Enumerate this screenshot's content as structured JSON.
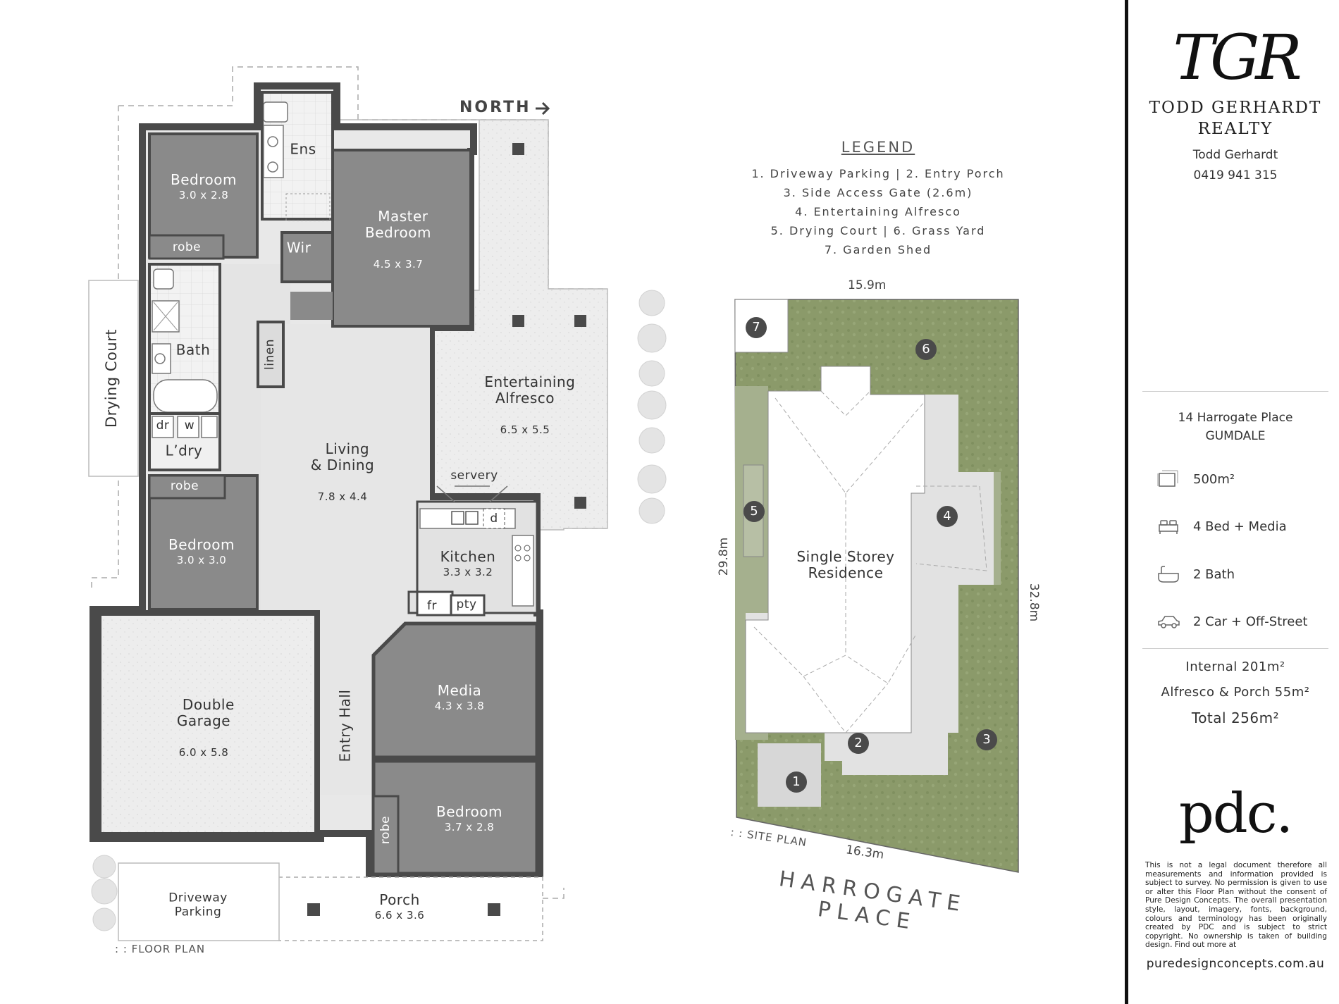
{
  "brand": {
    "logo_monogram": "TGR",
    "name_line1": "TODD GERHARDT",
    "name_line2": "REALTY",
    "agent_name": "Todd Gerhardt",
    "agent_phone": "0419 941 315"
  },
  "property": {
    "address_line1": "14 Harrogate Place",
    "address_line2": "GUMDALE",
    "features": [
      {
        "icon": "land-area-icon",
        "label": "500m²"
      },
      {
        "icon": "bed-icon",
        "label": "4 Bed + Media"
      },
      {
        "icon": "bath-icon",
        "label": "2 Bath"
      },
      {
        "icon": "car-icon",
        "label": "2 Car + Off-Street"
      }
    ],
    "area_internal": "Internal 201m²",
    "area_alfresco": "Alfresco & Porch 55m²",
    "area_total": "Total 256m²"
  },
  "designer": {
    "logo": "pdc.",
    "disclaimer": "This is not a legal document therefore all measurements and information provided is subject to survey. No permission is given to use or alter this Floor Plan without the consent of Pure Design Concepts. The overall presentation style, layout, imagery, fonts, background, colours and terminology has been originally created by PDC and is subject to strict copyright. No ownership is taken of building design. Find out more at",
    "url": "puredesignconcepts.com.au"
  },
  "floor_plan": {
    "north_label": "NORTH",
    "caption": ": : FLOOR PLAN",
    "rooms": {
      "bedroom1": {
        "name": "Bedroom",
        "dim": "3.0 x 2.8"
      },
      "ensuite": {
        "name": "Ens"
      },
      "master": {
        "name": "Master\nBedroom",
        "dim": "4.5 x 3.7"
      },
      "wir": {
        "name": "Wir"
      },
      "robe1": {
        "name": "robe"
      },
      "bath": {
        "name": "Bath"
      },
      "linen": {
        "name": "linen"
      },
      "drying": {
        "name": "Drying Court"
      },
      "dr": {
        "name": "dr"
      },
      "w": {
        "name": "w"
      },
      "laundry": {
        "name": "L’dry"
      },
      "robe2": {
        "name": "robe"
      },
      "bedroom2": {
        "name": "Bedroom",
        "dim": "3.0 x 3.0"
      },
      "living": {
        "name": "Living\n& Dining",
        "dim": "7.8 x 4.4"
      },
      "alfresco": {
        "name": "Entertaining\nAlfresco",
        "dim": "6.5 x 5.5"
      },
      "servery": {
        "name": "servery"
      },
      "d": {
        "name": "d"
      },
      "kitchen": {
        "name": "Kitchen",
        "dim": "3.3 x 3.2"
      },
      "fr": {
        "name": "fr"
      },
      "pty": {
        "name": "pty"
      },
      "garage": {
        "name": "Double\nGarage",
        "dim": "6.0 x 5.8"
      },
      "entry": {
        "name": "Entry Hall"
      },
      "media": {
        "name": "Media",
        "dim": "4.3 x 3.8"
      },
      "robe3": {
        "name": "robe"
      },
      "bedroom3": {
        "name": "Bedroom",
        "dim": "3.7 x 2.8"
      },
      "driveway": {
        "name": "Driveway\nParking"
      },
      "porch": {
        "name": "Porch",
        "dim": "6.6 x 3.6"
      }
    }
  },
  "site_plan": {
    "legend_title": "LEGEND",
    "legend_lines": [
      "1. Driveway Parking  |  2. Entry Porch",
      "3. Side Access Gate (2.6m)",
      "4. Entertaining Alfresco",
      "5. Drying Court  |  6. Grass Yard",
      "7. Garden Shed"
    ],
    "dims": {
      "top": "15.9m",
      "left": "29.8m",
      "right": "32.8m",
      "bottom": "16.3m"
    },
    "residence": "Single Storey\nResidence",
    "caption": ": : SITE PLAN",
    "street_line1": "HARROGATE",
    "street_line2": "PLACE",
    "markers": [
      "1",
      "2",
      "3",
      "4",
      "5",
      "6",
      "7"
    ]
  },
  "colors": {
    "room_dark": "#8a8a8a",
    "wall": "#4a4a4a",
    "floor_light": "#e9e9e9",
    "grass": "#8c9c6c"
  }
}
